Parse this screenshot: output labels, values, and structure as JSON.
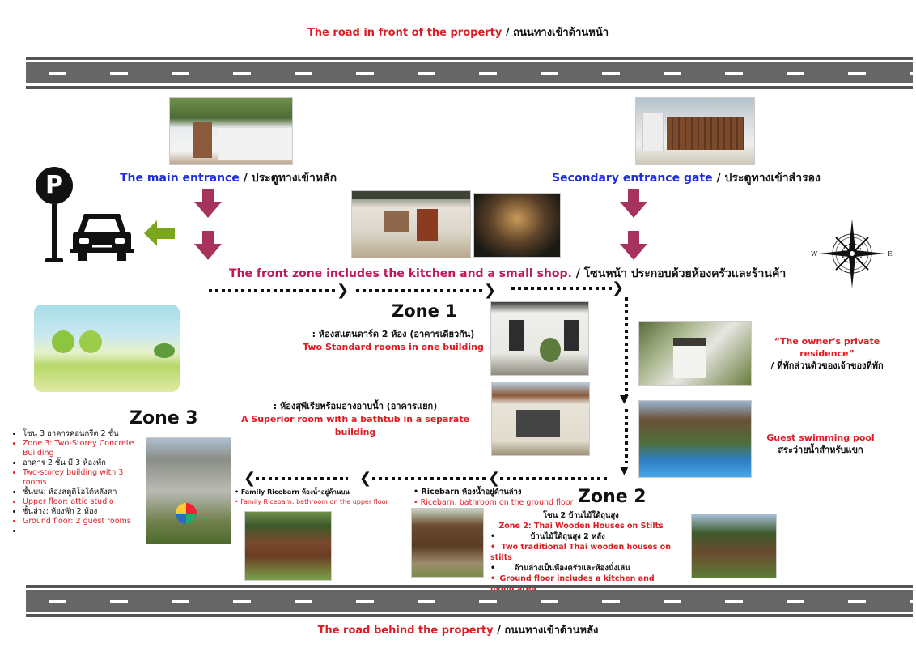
{
  "top_road": {
    "label_en": "The road in front of the property",
    "label_th": " / ถนนทางเข้าด้านหน้า"
  },
  "bottom_road": {
    "label_en": "The road behind the property",
    "label_th": " / ถนนทางเข้าด้านหลัง"
  },
  "main_entrance": {
    "label_en": "The main entrance",
    "label_th": " / ประตูทางเข้าหลัก"
  },
  "secondary_entrance": {
    "label_en": "Secondary entrance gate",
    "label_th": " / ประตูทางเข้าสำรอง"
  },
  "parking": {
    "sign_letter": "P",
    "icon": "parking-car-icon",
    "arrow_color": "#7aa61e"
  },
  "front_zone": {
    "label_en": "The front zone includes the kitchen and a small shop.",
    "label_th": " / โซนหน้า ประกอบด้วยห้องครัวและร้านค้า"
  },
  "compass": {
    "west": "W",
    "east": "E"
  },
  "zone1": {
    "title": "Zone 1",
    "standard_th": ": ห้องสแตนดาร์ด 2 ห้อง (อาคารเดียวกัน)",
    "standard_en": "Two Standard rooms in one building",
    "superior_th": ": ห้องสุพีเรียพร้อมอ่างอาบน้ำ (อาคารแยก)",
    "superior_en": "A Superior room with a bathtub in a separate building"
  },
  "owner_residence": {
    "label_en": "“The owner's private residence”",
    "label_th": "/ ที่พักส่วนตัวของเจ้าของที่พัก"
  },
  "pool": {
    "label_en": "Guest swimming pool",
    "label_th": "สระว่ายน้ำสำหรับแขก"
  },
  "zone2": {
    "title": "Zone 2",
    "heading_th": "โซน 2 บ้านไม้ใต้ถุนสูง",
    "heading_en": "Zone 2: Thai Wooden Houses on Stilts",
    "items": [
      {
        "text": "บ้านไม้ใต้ถุนสูง 2 หลัง",
        "lang": "th"
      },
      {
        "text": "Two traditional Thai wooden houses on stilts",
        "lang": "en"
      },
      {
        "text": "ด้านล่างเป็นห้องครัวและห้องนั่งเล่น",
        "lang": "th"
      },
      {
        "text": "Ground floor includes a kitchen and living area",
        "lang": "en"
      }
    ]
  },
  "ricebarn": {
    "th": "Ricebarn ห้องน้ำอยู่ด้านล่าง",
    "en": "Ricebarn: bathroom on the ground floor"
  },
  "family_ricebarn": {
    "th": "Family Ricebarn ห้องน้ำอยู่ด้านบน",
    "en": "Family Ricebarn: bathroom on the upper floor"
  },
  "zone3": {
    "title": "Zone 3",
    "items": [
      {
        "text": "โซน 3 อาคารคอนกรีต 2 ชั้น",
        "lang": "th"
      },
      {
        "text": "Zone 3: Two-Storey Concrete Building",
        "lang": "en"
      },
      {
        "text": "อาคาร 2 ชั้น มี 3 ห้องพัก",
        "lang": "th"
      },
      {
        "text": " Two-storey building with 3 rooms",
        "lang": "en"
      },
      {
        "text": "ชั้นบน: ห้องสตูดิโอใต้หลังคา",
        "lang": "th"
      },
      {
        "text": " Upper floor: attic studio",
        "lang": "en"
      },
      {
        "text": "ชั้นล่าง: ห้องพัก 2 ห้อง",
        "lang": "th"
      },
      {
        "text": " Ground floor: 2 guest rooms",
        "lang": "en"
      },
      {
        "text": "",
        "lang": "th"
      }
    ]
  },
  "colors": {
    "red": "#e01b24",
    "crimson": "#c2185b",
    "blue": "#1f2fd6",
    "arrow": "#a8325e",
    "road": "#666666"
  }
}
